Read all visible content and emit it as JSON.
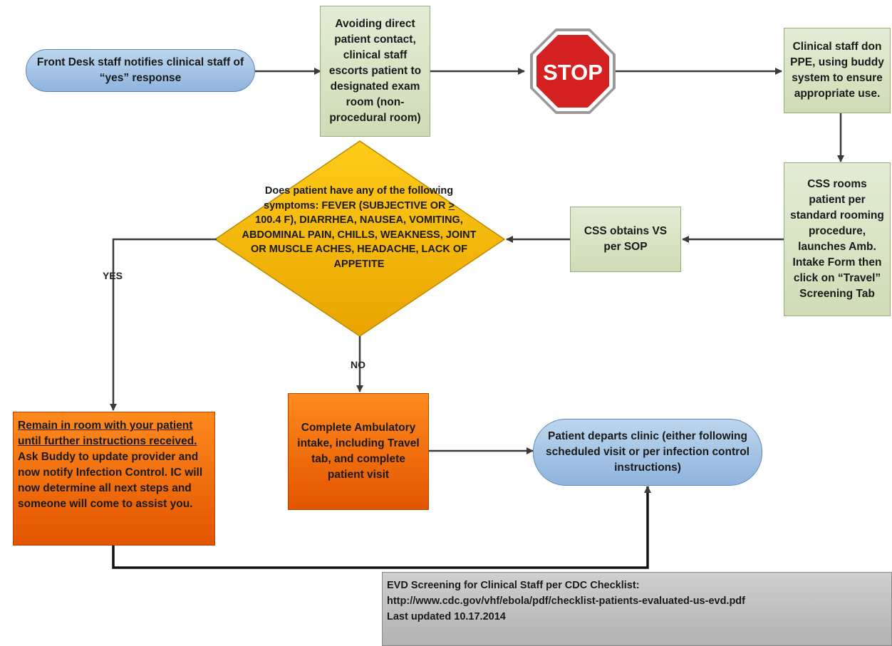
{
  "nodes": {
    "front_desk": "Front Desk staff notifies clinical staff of “yes” response",
    "escort": "Avoiding direct patient contact, clinical staff escorts patient  to designated exam room (non-procedural room)",
    "stop_sign": "STOP",
    "don_ppe": "Clinical staff don PPE, using buddy system to ensure appropriate use.",
    "css_rooms": "CSS rooms patient per standard rooming procedure, launches  Amb. Intake Form then click on “Travel” Screening Tab",
    "css_vs": "CSS obtains VS per SOP",
    "decision": {
      "line1": "Does patient have any of the following",
      "line2_prefix": "symptoms: FEVER (SUBJECTIVE OR ",
      "line2_underlined": ">",
      "rest": "100.4 F), DIARRHEA, NAUSEA, VOMITING, ABDOMINAL PAIN, CHILLS, WEAKNESS, JOINT OR MUSCLE ACHES, HEADACHE, LACK OF APPETITE"
    },
    "remain_underlined": "Remain in room with your patient until further instructions received.",
    "remain_rest": "Ask Buddy to  update provider and now notify Infection Control.  IC will now determine all next steps and someone will come to assist you.",
    "complete": "Complete Ambulatory intake, including Travel tab, and complete patient visit",
    "departs": "Patient departs clinic (either following scheduled visit or per infection control instructions)"
  },
  "edge_labels": {
    "yes": "YES",
    "no": "NO"
  },
  "footnote": {
    "line1": "EVD Screening for Clinical Staff per CDC Checklist:",
    "line2": "http://www.cdc.gov/vhf/ebola/pdf/checklist-patients-evaluated-us-evd.pdf",
    "line3": "Last updated 10.17.2014"
  },
  "colors": {
    "process_green": "#d9e4c4",
    "terminal_blue": "#a9c6e8",
    "action_orange": "#f26b0a",
    "decision_yellow": "#f5b800",
    "stop_red": "#d8201f",
    "footnote_gray": "#c0c0c0"
  }
}
